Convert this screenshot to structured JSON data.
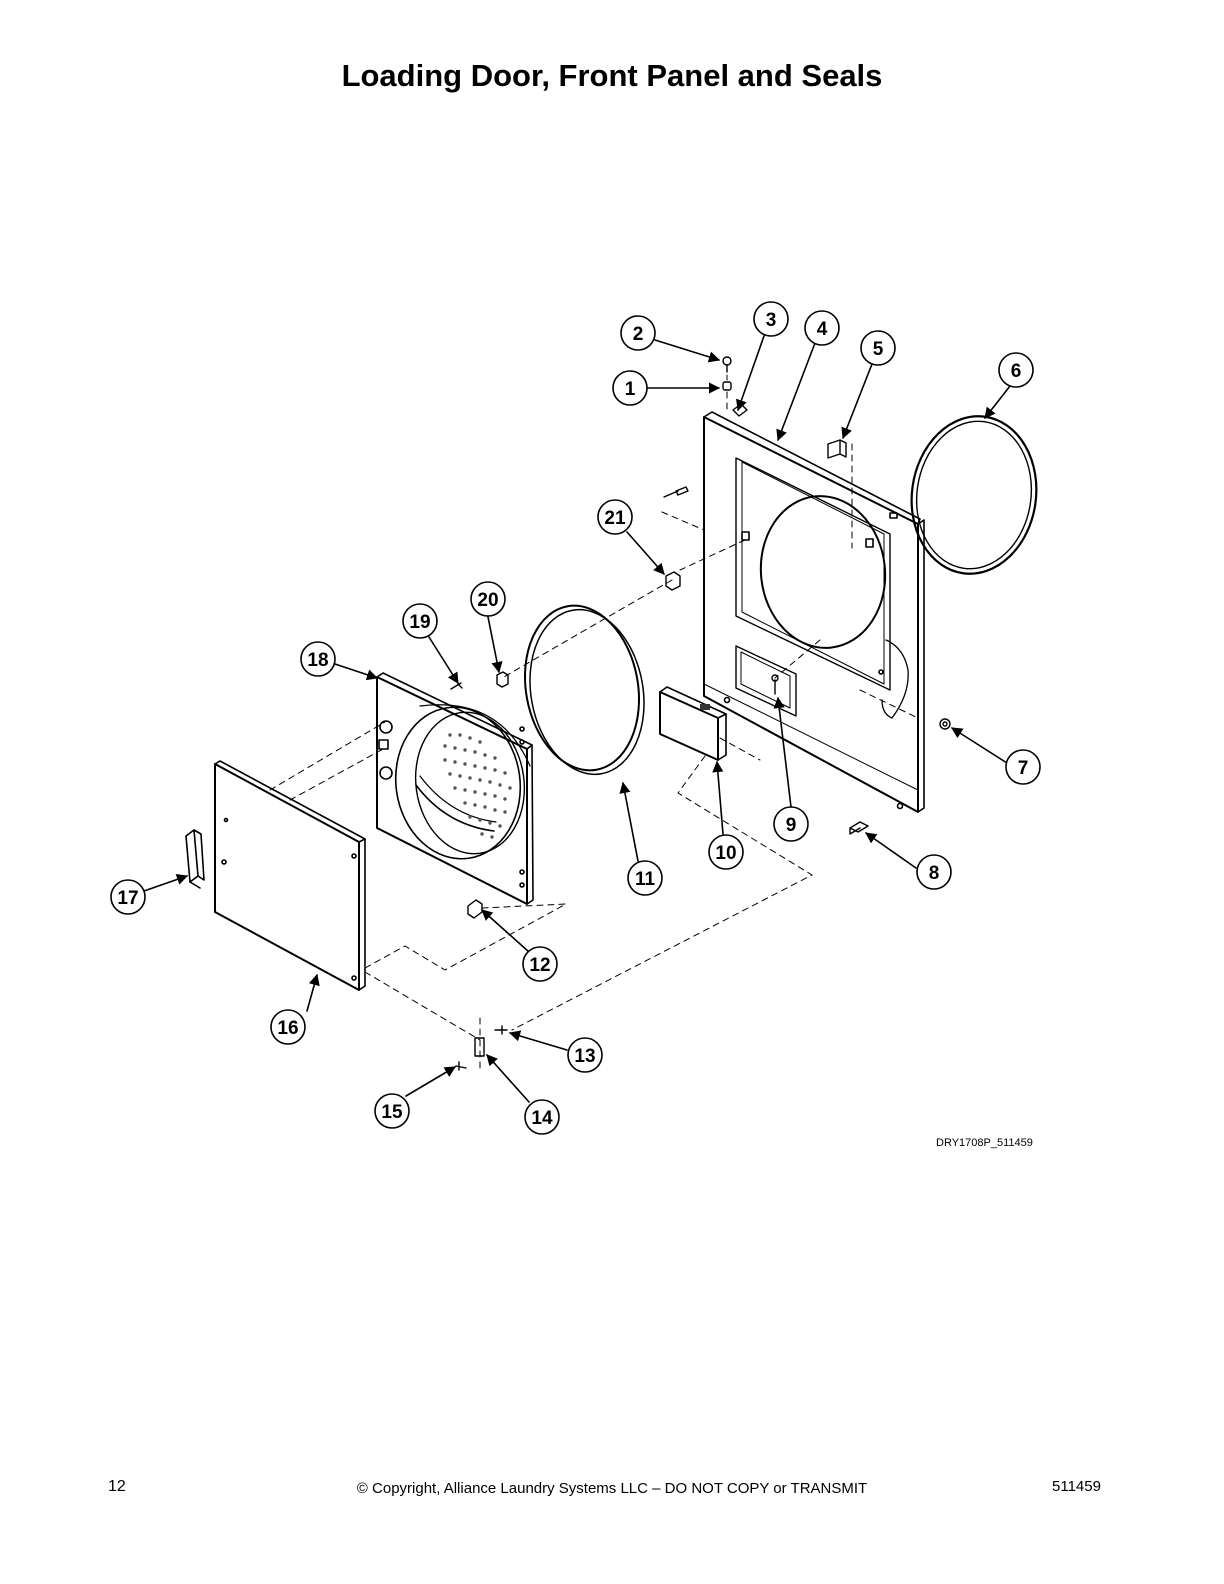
{
  "title": "Loading Door, Front Panel and Seals",
  "drawing_code": "DRY1708P_511459",
  "footer": {
    "page_number": "12",
    "copyright": "© Copyright, Alliance Laundry Systems LLC – DO NOT COPY or TRANSMIT",
    "document_number": "511459"
  },
  "callouts": [
    "1",
    "2",
    "3",
    "4",
    "5",
    "6",
    "7",
    "8",
    "9",
    "10",
    "11",
    "12",
    "13",
    "14",
    "15",
    "16",
    "17",
    "18",
    "19",
    "20",
    "21"
  ]
}
